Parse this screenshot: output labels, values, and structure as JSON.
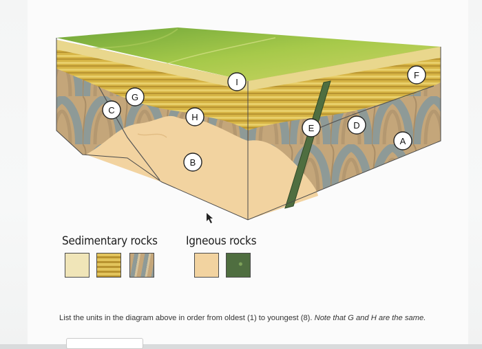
{
  "diagram": {
    "unit_labels": {
      "a": "A",
      "b": "B",
      "c": "C",
      "d": "D",
      "e": "E",
      "f": "F",
      "g": "G",
      "h": "H",
      "i": "I"
    },
    "colors": {
      "surface_grass": "#9cc33e",
      "sandstone_light": "#ece0a6",
      "sandstone_banded": "#c9a43a",
      "folded_gray": "#8f9a96",
      "folded_tan": "#c9aa7a",
      "igneous_pink": "#f2cf9a",
      "dike_green": "#4c6b3e"
    }
  },
  "legend": {
    "sedimentary_title": "Sedimentary rocks",
    "igneous_title": "Igneous rocks"
  },
  "question": {
    "text_start": "List the units in the diagram above in order from oldest (1) to youngest (8). ",
    "text_italic": "Note that G and H are the same."
  }
}
